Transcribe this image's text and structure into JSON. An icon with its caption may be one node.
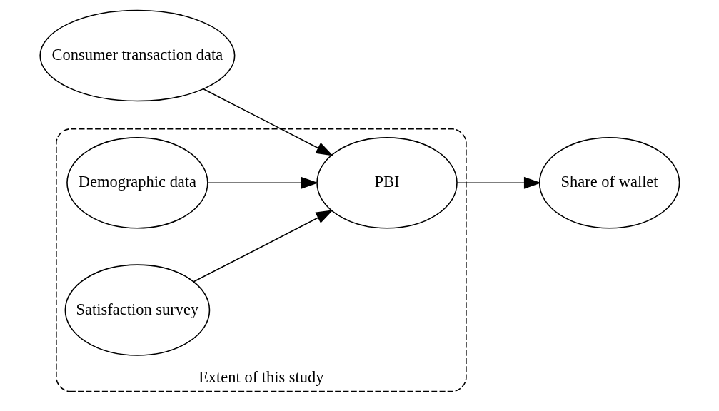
{
  "diagram": {
    "nodes": [
      {
        "text": [
          "Consumer transaction data"
        ]
      },
      {
        "text": [
          "Extent of this study"
        ]
      },
      {
        "text": [
          "Demographic data"
        ],
        "in": 1
      },
      {
        "text": [
          "PBI"
        ],
        "in": 1
      },
      {
        "text": [
          "Satisfaction survey"
        ],
        "in": 1
      },
      {
        "text": [
          "Share of wallet"
        ]
      }
    ],
    "edges": [
      {
        "from": 0,
        "to": 3,
        "arrow": "to"
      },
      {
        "from": 2,
        "to": 3,
        "arrow": "to"
      },
      {
        "from": 4,
        "to": 3,
        "arrow": "to"
      },
      {
        "from": 3,
        "to": 5,
        "arrow": "to"
      }
    ]
  }
}
